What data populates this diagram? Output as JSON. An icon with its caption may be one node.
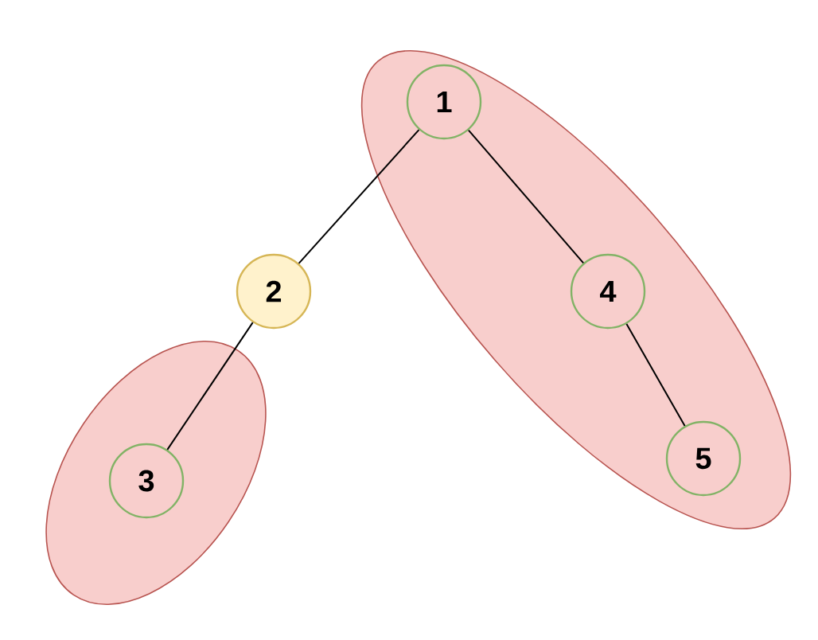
{
  "diagram": {
    "nodes": [
      {
        "text": [],
        "shape": "ellipse"
      },
      {
        "text": [
          "1"
        ],
        "in": 0
      },
      {
        "text": [
          "4"
        ],
        "in": 0
      },
      {
        "text": [
          "5"
        ],
        "in": 0
      },
      {
        "text": [
          "2"
        ]
      },
      {
        "text": [],
        "shape": "ellipse"
      },
      {
        "text": [
          "3"
        ],
        "in": 5
      }
    ],
    "edges": [
      {
        "from": 1,
        "to": 4,
        "arrow": "none"
      },
      {
        "from": 4,
        "to": 6,
        "arrow": "none"
      },
      {
        "from": 1,
        "to": 2,
        "arrow": "none"
      },
      {
        "from": 2,
        "to": 3,
        "arrow": "none"
      }
    ]
  }
}
